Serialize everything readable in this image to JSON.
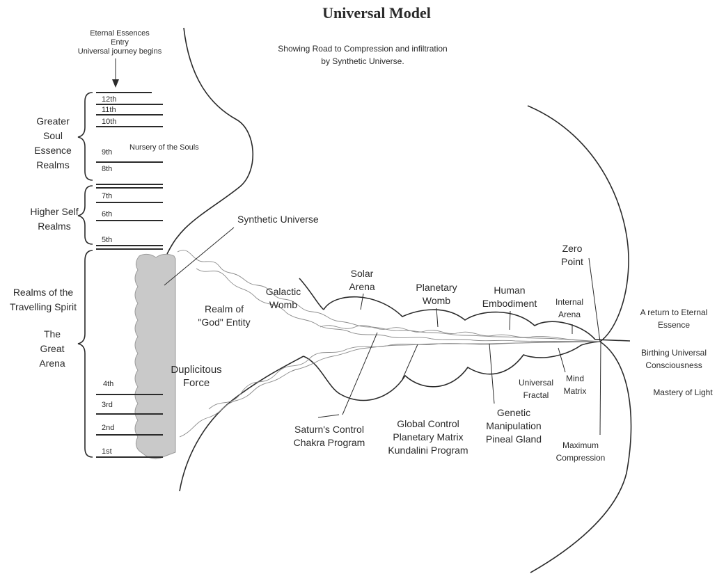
{
  "title": "Universal Model",
  "subtitle": [
    "Showing Road to Compression and infiltration",
    "by  Synthetic Universe."
  ],
  "entry": [
    "Eternal Essences",
    "Entry",
    "Universal journey begins"
  ],
  "groups": {
    "greater_soul": [
      "Greater",
      "Soul",
      "Essence",
      "Realms"
    ],
    "higher_self": [
      "Higher Self",
      "Realms"
    ],
    "travelling_spirit": [
      "Realms of the",
      "Travelling Spirit"
    ],
    "great_arena": [
      "The",
      "Great",
      "Arena"
    ]
  },
  "levels": [
    "12th",
    "11th",
    "10th",
    "9th",
    "8th",
    "7th",
    "6th",
    "5th",
    "4th",
    "3rd",
    "2nd",
    "1st"
  ],
  "labels": {
    "nursery": "Nursery of the Souls",
    "synthetic_universe": "Synthetic Universe",
    "duplicitous_force": [
      "Duplicitous",
      "Force"
    ],
    "realm_of_god": [
      "Realm of",
      "\"God\" Entity"
    ],
    "galactic_womb": [
      "Galactic",
      "Womb"
    ],
    "solar_arena": [
      "Solar",
      "Arena"
    ],
    "planetary_womb": [
      "Planetary",
      "Womb"
    ],
    "human_embodiment": [
      "Human",
      "Embodiment"
    ],
    "internal_arena": [
      "Internal",
      "Arena"
    ],
    "zero_point": [
      "Zero",
      "Point"
    ],
    "eternal_return": [
      "A return to Eternal",
      "Essence"
    ],
    "birthing": [
      "Birthing Universal",
      "Consciousness"
    ],
    "mastery": "Mastery of Light",
    "mind_matrix": [
      "Mind",
      "Matrix"
    ],
    "universal_fractal": [
      "Universal",
      "Fractal"
    ],
    "genetic": [
      "Genetic",
      "Manipulation",
      "Pineal Gland"
    ],
    "global_control": [
      "Global Control",
      "Planetary Matrix",
      "Kundalini Program"
    ],
    "saturn": [
      "Saturn's Control",
      "Chakra Program"
    ],
    "max_compression": [
      "Maximum",
      "Compression"
    ]
  }
}
